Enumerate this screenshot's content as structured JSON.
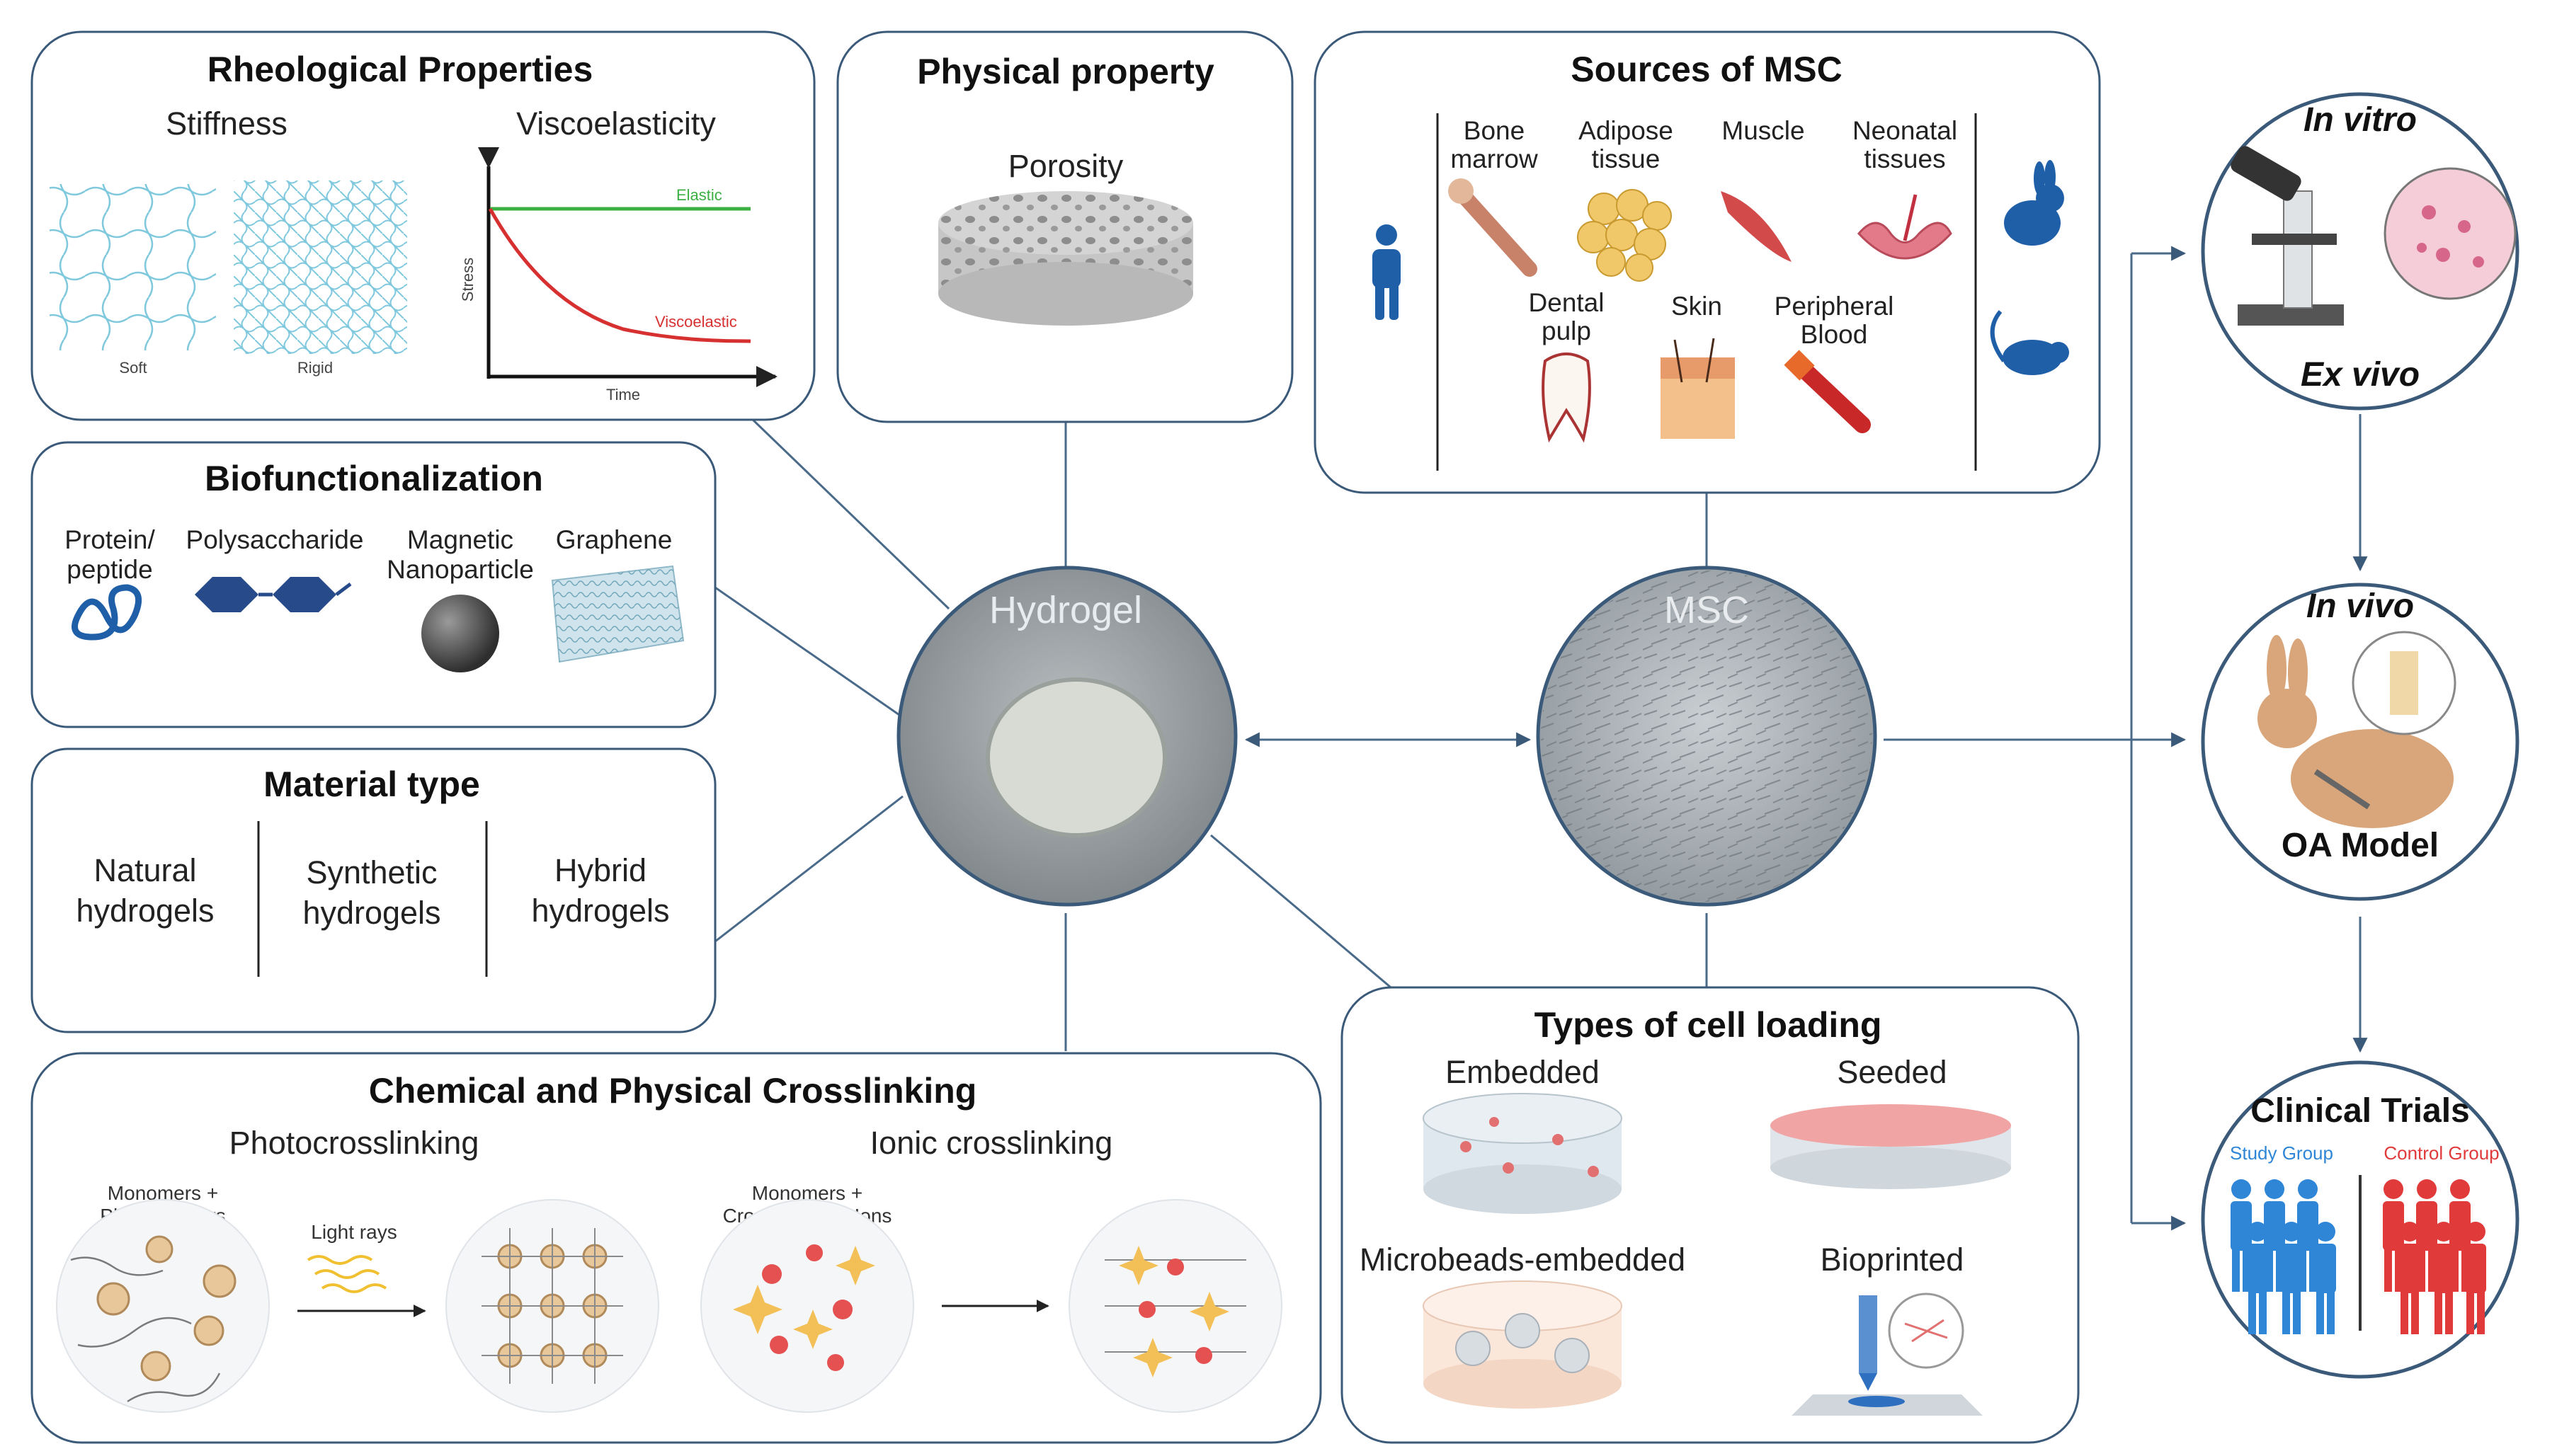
{
  "center": {
    "hydrogel_label": "Hydrogel",
    "msc_label": "MSC"
  },
  "rheological": {
    "title": "Rheological Properties",
    "stiffness": "Stiffness",
    "viscoelasticity": "Viscoelasticity",
    "soft": "Soft",
    "rigid": "Rigid",
    "elastic": "Elastic",
    "viscoelastic": "Viscoelastic",
    "stress": "Stress",
    "time": "Time"
  },
  "physical": {
    "title": "Physical property",
    "porosity": "Porosity"
  },
  "sources": {
    "title": "Sources of MSC",
    "bone_marrow_1": "Bone",
    "bone_marrow_2": "marrow",
    "adipose_1": "Adipose",
    "adipose_2": "tissue",
    "muscle": "Muscle",
    "neonatal_1": "Neonatal",
    "neonatal_2": "tissues",
    "dental_1": "Dental",
    "dental_2": "pulp",
    "skin": "Skin",
    "peripheral_1": "Peripheral",
    "peripheral_2": "Blood"
  },
  "biofunc": {
    "title": "Biofunctionalization",
    "protein_1": "Protein/",
    "protein_2": "peptide",
    "polysaccharide": "Polysaccharide",
    "magnetic_1": "Magnetic",
    "magnetic_2": "Nanoparticle",
    "graphene": "Graphene"
  },
  "material": {
    "title": "Material type",
    "natural_1": "Natural",
    "natural_2": "hydrogels",
    "synthetic_1": "Synthetic",
    "synthetic_2": "hydrogels",
    "hybrid_1": "Hybrid",
    "hybrid_2": "hydrogels"
  },
  "crosslinking": {
    "title": "Chemical and Physical Crosslinking",
    "photo": "Photocrosslinking",
    "ionic": "Ionic crosslinking",
    "monomers_photo_1": "Monomers +",
    "monomers_photo_2": "Photoinitiators",
    "light_rays": "Light rays",
    "monomers_ionic_1": "Monomers +",
    "monomers_ionic_2": "Crosslinkers + Ions"
  },
  "loading": {
    "title": "Types of cell loading",
    "embedded": "Embedded",
    "seeded": "Seeded",
    "microbeads": "Microbeads-embedded",
    "bioprinted": "Bioprinted"
  },
  "pipeline": {
    "in_vitro": "In vitro",
    "ex_vivo": "Ex vivo",
    "in_vivo": "In vivo",
    "oa_model": "OA Model",
    "clinical_trials": "Clinical Trials",
    "study_group": "Study Group",
    "control_group": "Control Group"
  },
  "colors": {
    "frame": "#3b5a7a",
    "human_blue": "#1f5fa8",
    "study_blue": "#2f86d6",
    "control_red": "#e03a3a",
    "curve_red": "#d63030",
    "elastic_green": "#3cb043"
  }
}
